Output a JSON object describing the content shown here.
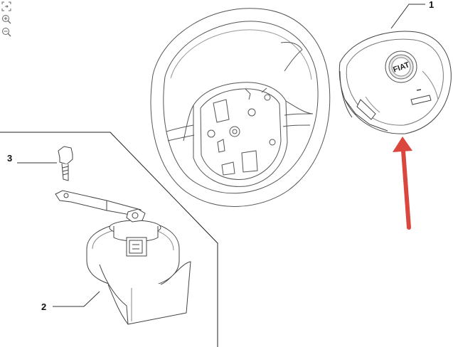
{
  "toolbar": {
    "tools": [
      {
        "name": "fit-screen-icon"
      },
      {
        "name": "zoom-in-icon"
      },
      {
        "name": "zoom-out-icon"
      }
    ]
  },
  "callouts": {
    "airbag_label": "1",
    "horn_label": "2",
    "bolt_label": "3"
  },
  "badges": {
    "logo_text": "FIAT"
  },
  "colors": {
    "arrow": "#d9473f",
    "line": "#333333"
  }
}
